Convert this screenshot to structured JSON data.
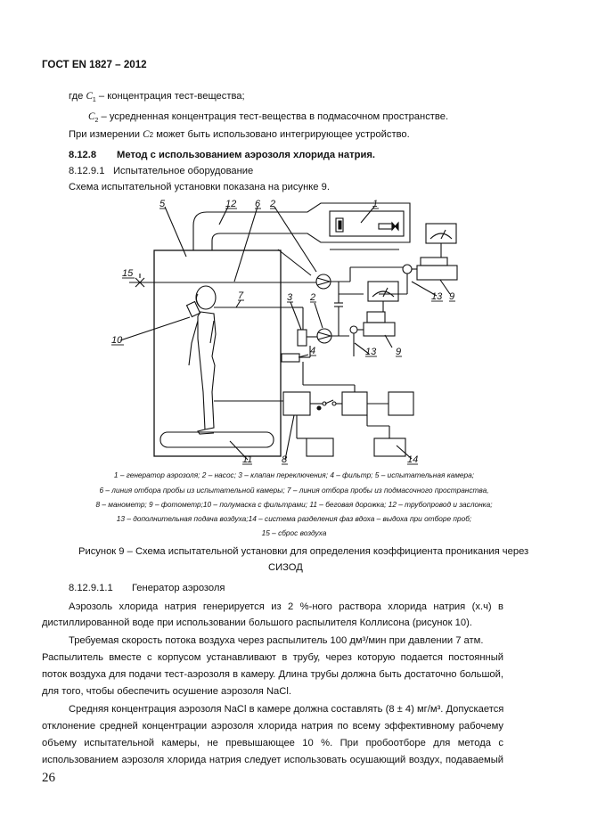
{
  "header": {
    "title": "ГОСТ EN 1827 – 2012"
  },
  "defs": {
    "c1_prefix": "где",
    "c1_sym": "C",
    "c1_sub": "1",
    "c1_text": "– концентрация тест-вещества;",
    "c2_sym": "C",
    "c2_sub": "2",
    "c2_text": "– усредненная концентрация тест-вещества в подмасочном пространстве.",
    "c2_measure_pre": "При измерении",
    "c2_measure_sym": "C",
    "c2_measure_sub": "2",
    "c2_measure_post": "может быть использовано интегрирующее устройство."
  },
  "section": {
    "num": "8.12.8",
    "title": "Метод с использованием аэрозоля хлорида натрия.",
    "sub_num": "8.12.9.1",
    "sub_title": "Испытательное оборудование",
    "intro": "Схема испытательной установки показана на рисунке 9."
  },
  "figure": {
    "labels": {
      "l1": "1",
      "l2a": "2",
      "l2b": "2",
      "l3": "3",
      "l4": "4",
      "l5": "5",
      "l6": "6",
      "l7": "7",
      "l8": "8",
      "l9a": "9",
      "l9b": "9",
      "l10": "10",
      "l11": "11",
      "l12": "12",
      "l13a": "13",
      "l13b": "13",
      "l14": "14",
      "l15": "15"
    },
    "legend_lines": [
      "1 – генератор аэрозоля; 2 – насос; 3 – клапан переключения; 4 – фильтр; 5 – испытательная камера;",
      "6 – линия отбора пробы из испытательной камеры; 7 – линия отбора пробы из подмасочного пространства,",
      "8 – манометр; 9 – фотометр;10 – полумаска с фильтрами; 11 – беговая дорожка; 12 – трубопровод и заслонка;",
      "13 – дополнительная подача воздуха;14 – система разделения фаз вдоха – выдоха при отборе проб;",
      "15 – сброс воздуха"
    ],
    "caption_line1": "Рисунок 9 – Схема испытательной установки для определения коэффициента проникания через",
    "caption_line2": "СИЗОД"
  },
  "subsection": {
    "num": "8.12.9.1.1",
    "title": "Генератор аэрозоля"
  },
  "paragraphs": {
    "p1_line1": "Аэрозоль хлорида натрия генерируется из 2 %-ного раствора хлорида натрия (х.ч) в",
    "p1_line2": "дистиллированной воде при использовании большого распылителя Коллисона (рисунок 10).",
    "p2_line1": "Требуемая скорость потока воздуха через распылитель 100 дм³/мин при давлении 7 атм.",
    "p2_line2": "Распылитель вместе с корпусом устанавливают в трубу, через которую подается постоянный",
    "p2_line3": "поток воздуха для подачи тест-аэрозоля в камеру. Длина трубы должна быть достаточно большой,",
    "p2_line4": "для того, чтобы обеспечить осушение аэрозоля  NaCl.",
    "p3_line1": "Средняя концентрация аэрозоля NaCl в камере должна составлять (8 ± 4) мг/м³. Допускается",
    "p3_line2": "отклонение средней концентрации аэрозоля хлорида натрия по всему эффективному рабочему",
    "p3_line3": "объему испытательной камеры, не превышающее 10 %. При пробоотборе для метода   с",
    "p3_line4": "использованием аэрозоля хлорида натрия следует использовать осушающий воздух, подаваемый"
  },
  "footer": {
    "page_number": "26"
  }
}
